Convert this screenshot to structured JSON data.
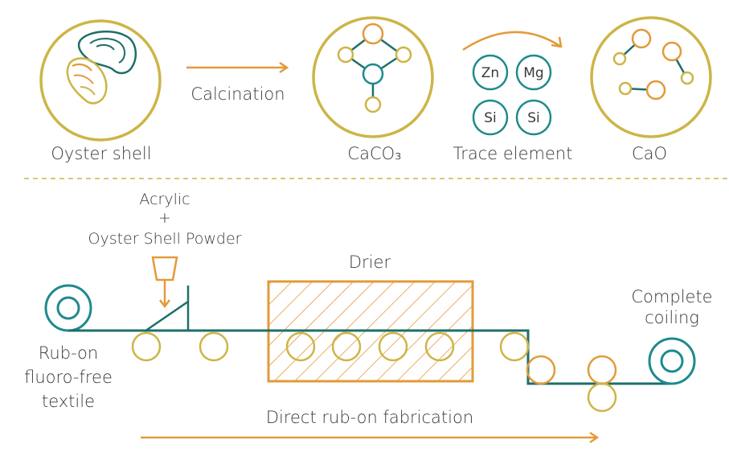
{
  "colors": {
    "gold": "#cdb547",
    "teal": "#1f8a8e",
    "orange": "#e39a3a",
    "dark_teal": "#1e6f6a",
    "text": "#3a3a3a"
  },
  "top": {
    "oyster_shell": "Oyster shell",
    "calcination": "Calcination",
    "caco3": "CaCO₃",
    "trace_element": "Trace element",
    "cao": "CaO",
    "elements": [
      "Zn",
      "Mg",
      "Si",
      "Si"
    ]
  },
  "bottom": {
    "acrylic": "Acrylic",
    "plus": "+",
    "powder": "Oyster Shell Powder",
    "drier": "Drier",
    "complete_line1": "Complete",
    "complete_line2": "coiling",
    "rubon_line1": "Rub-on",
    "rubon_line2": "fluoro-free",
    "rubon_line3": "textile",
    "direct": "Direct rub-on fabrication"
  }
}
